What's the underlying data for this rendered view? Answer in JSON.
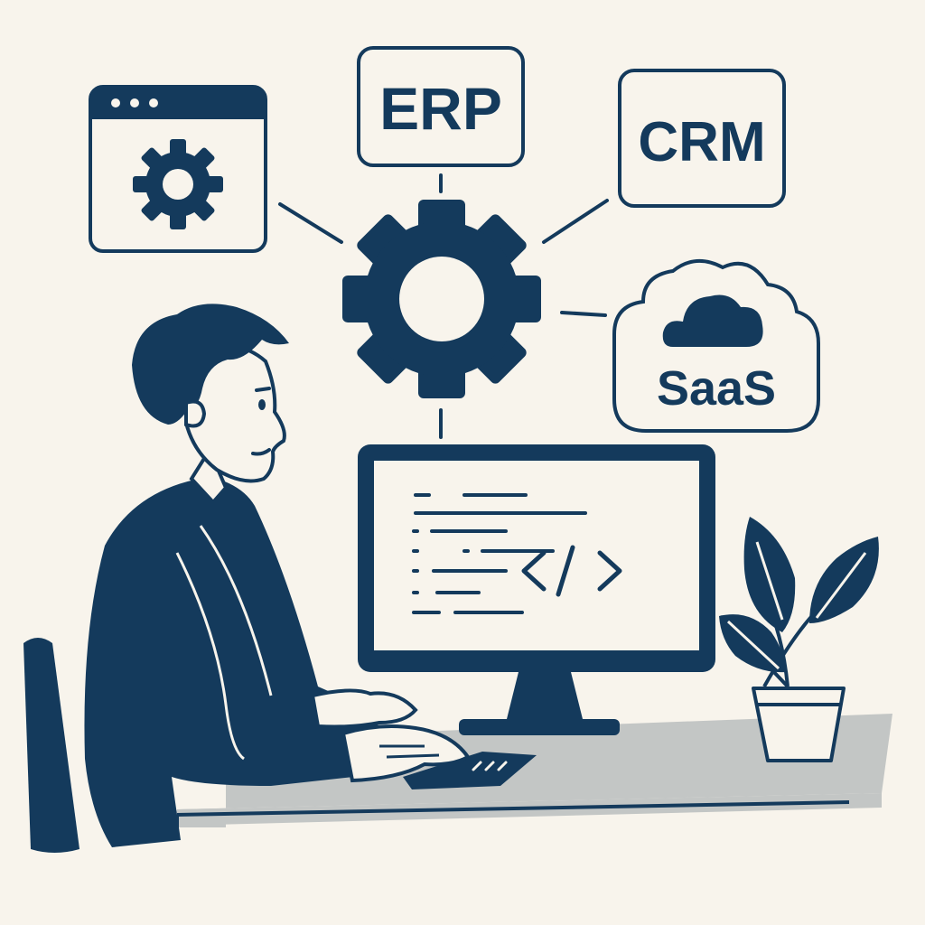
{
  "colors": {
    "background": "#f8f4ec",
    "ink": "#143a5c",
    "desk": "#c3c6c5",
    "screen": "#f8f4ec"
  },
  "labels": {
    "erp": "ERP",
    "crm": "CRM",
    "saas": "SaaS"
  },
  "screen": {
    "code_symbol": "</>"
  },
  "icons": [
    "settings-window-icon",
    "gear-icon",
    "cloud-icon",
    "code-icon",
    "plant-icon"
  ]
}
